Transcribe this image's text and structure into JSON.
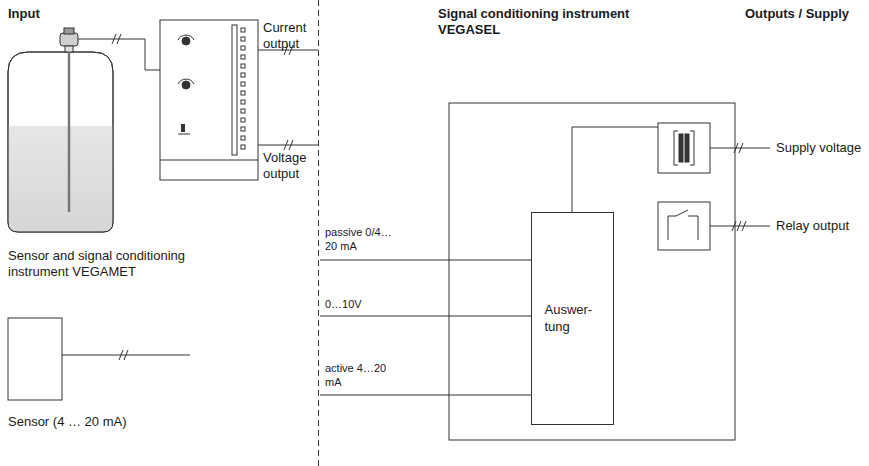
{
  "diagram": {
    "nodes": [
      {
        "text": [
          "Auswer- tung"
        ]
      }
    ],
    "labels": [
      "Input",
      "Current output",
      "Voltage output",
      "Sensor and signal conditioning instrument VEGAMET",
      "Sensor (4 … 20 mA)",
      "Signal conditioning instrument VEGASEL",
      "Outputs / Supply",
      "passive 0/4…20 mA",
      "0…10V",
      "active 4…20 mA",
      "Supply voltage",
      "Relay output"
    ]
  }
}
